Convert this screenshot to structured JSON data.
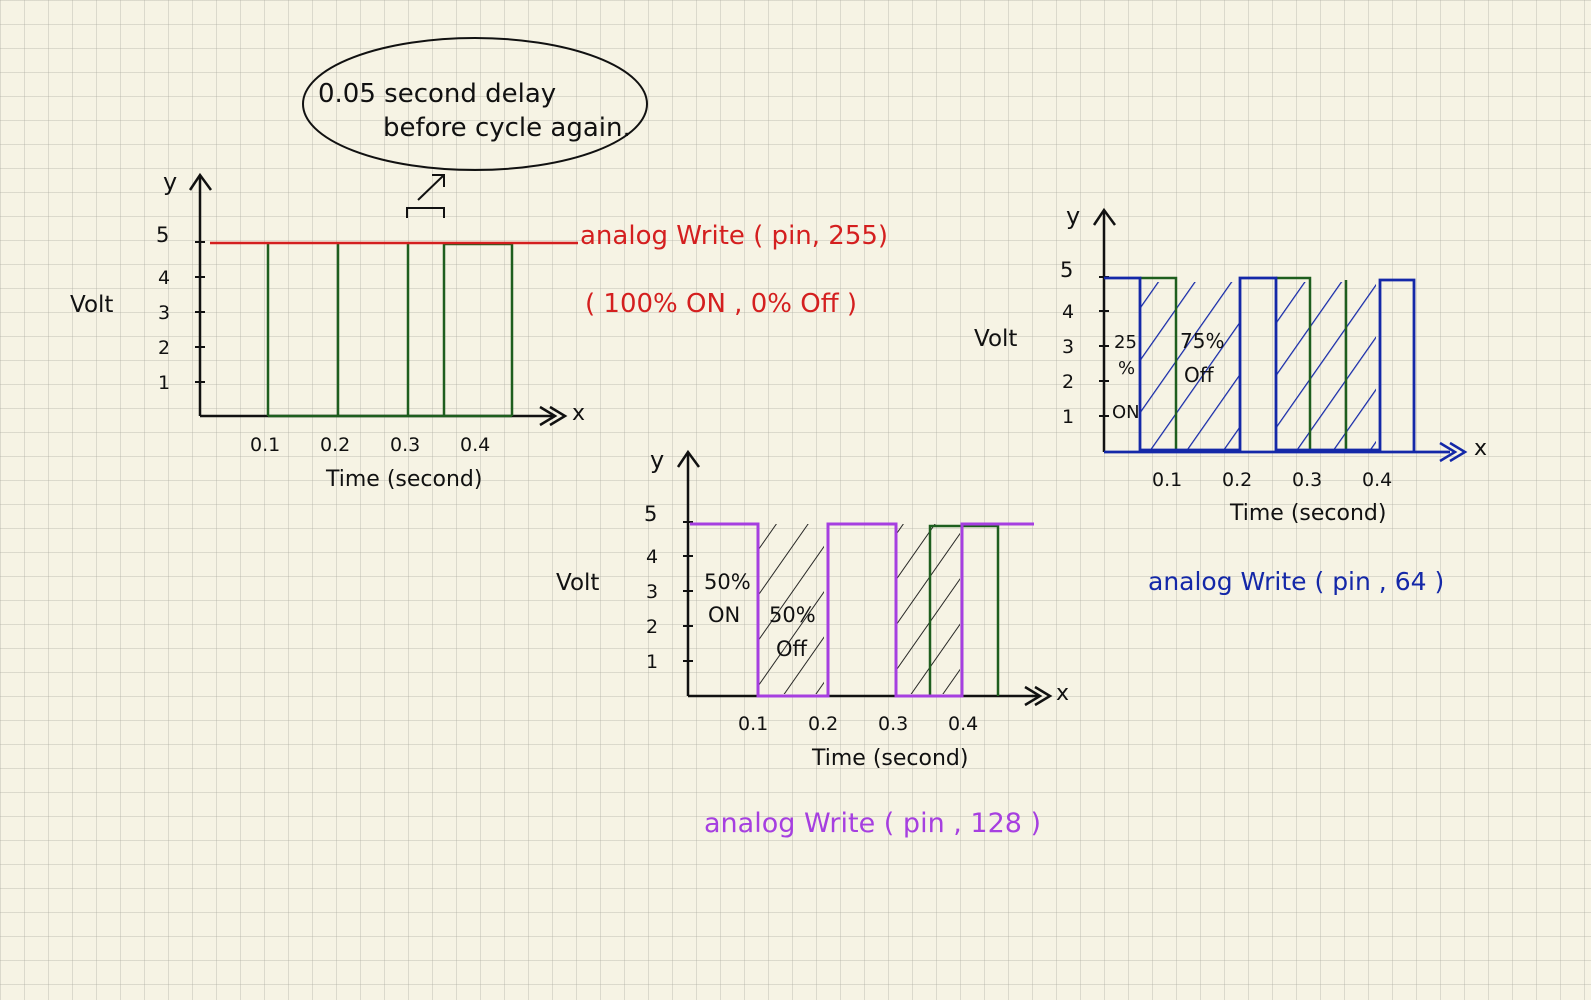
{
  "callout": {
    "line1": "0.05 second   delay",
    "line2": "before   cycle   again."
  },
  "colors": {
    "ink": "#111111",
    "green": "#1e5e1e",
    "red": "#d41f1f",
    "purple": "#a63fe0",
    "blue": "#1428a8"
  },
  "charts": [
    {
      "id": "pwm255",
      "y_axis_letter": "y",
      "x_axis_letter": "x",
      "y_label": "Volt",
      "x_label": "Time   (second)",
      "y_ticks": [
        "1",
        "2",
        "3",
        "4",
        "5"
      ],
      "x_ticks": [
        "0.1",
        "0.2",
        "0.3",
        "0.4"
      ],
      "caption": "analog Write  ( pin, 255)",
      "caption2": "( 100% ON ,  0% Off )",
      "duty_cycle": 1.0
    },
    {
      "id": "pwm128",
      "y_axis_letter": "y",
      "x_axis_letter": "x",
      "y_label": "Volt",
      "x_label": "Time   (second)",
      "y_ticks": [
        "1",
        "2",
        "3",
        "4",
        "5"
      ],
      "x_ticks": [
        "0.1",
        "0.2",
        "0.3",
        "0.4"
      ],
      "caption": "analog Write  ( pin  ,  128 )",
      "on_label": "50%",
      "on_label2": "ON",
      "off_label": "50%",
      "off_label2": "Off",
      "duty_cycle": 0.5
    },
    {
      "id": "pwm64",
      "y_axis_letter": "y",
      "x_axis_letter": "x",
      "y_label": "Volt",
      "x_label": "Time   (second)",
      "y_ticks": [
        "1",
        "2",
        "3",
        "4",
        "5"
      ],
      "x_ticks": [
        "0.1",
        "0.2",
        "0.3",
        "0.4"
      ],
      "caption": "analog Write   ( pin ,  64 )",
      "on_label": "25",
      "on_label2": "%",
      "on_label3": "ON",
      "off_label": "75%",
      "off_label2": "Off",
      "duty_cycle": 0.25
    }
  ]
}
